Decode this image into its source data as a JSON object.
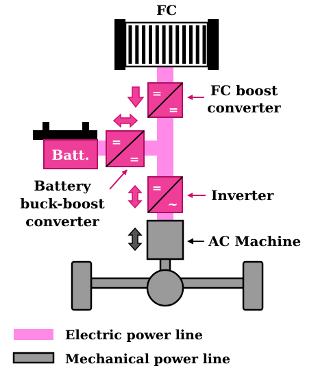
{
  "labels": {
    "fc": "FC",
    "fc_boost_line1": "FC boost",
    "fc_boost_line2": "converter",
    "battery": "Batt.",
    "battery_conv_line1": "Battery",
    "battery_conv_line2": "buck-boost",
    "battery_conv_line3": "converter",
    "inverter": "Inverter",
    "ac_machine": "AC Machine",
    "converter_symbol": "=",
    "ac_symbol": "~"
  },
  "legend": {
    "electric": "Electric power line",
    "mechanical": "Mechanical power line"
  },
  "colors": {
    "electric_line": "#ff8ae8",
    "component_fill": "#ee3e9a",
    "component_stroke": "#b0105f",
    "arrow_magenta": "#d0106b",
    "mechanical_fill": "#9a9a9a",
    "mechanical_stroke": "#000000"
  }
}
